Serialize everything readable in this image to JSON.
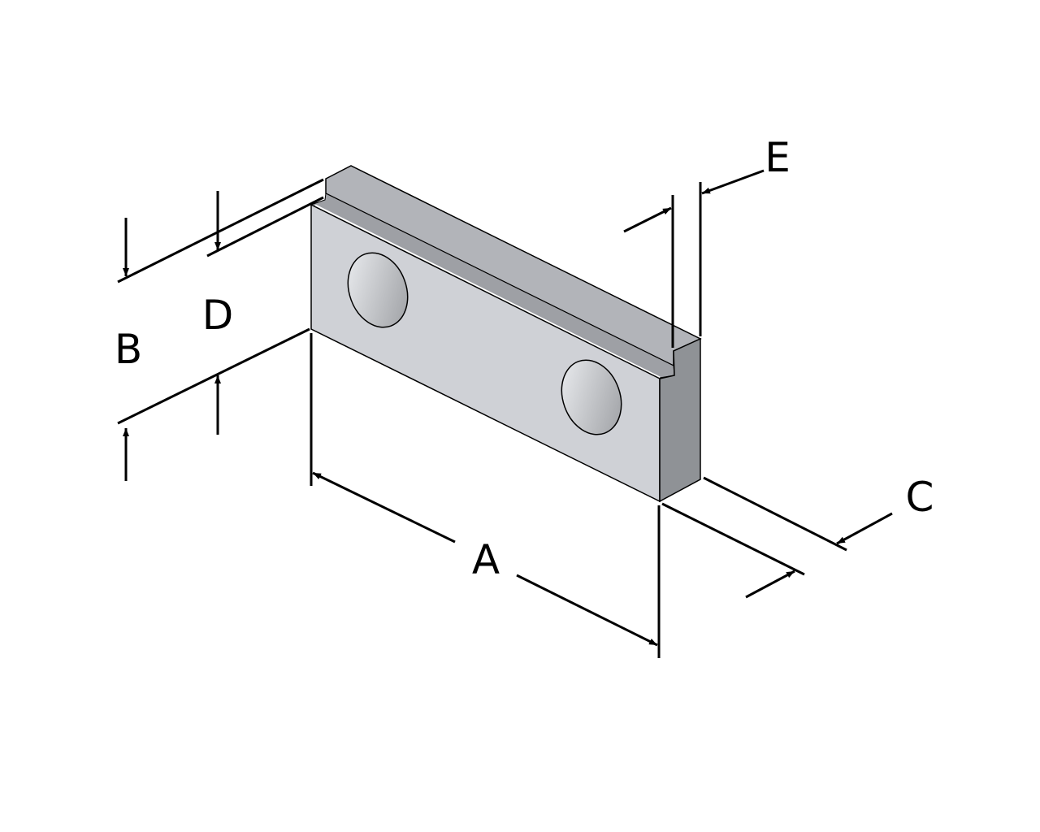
{
  "diagram": {
    "labels": {
      "A": "A",
      "B": "B",
      "C": "C",
      "D": "D",
      "E": "E"
    },
    "colors": {
      "front": "#cfd1d6",
      "top": "#b2b4b9",
      "side": "#8f9296",
      "groove": "#9ea0a5",
      "line": "#000000"
    }
  }
}
